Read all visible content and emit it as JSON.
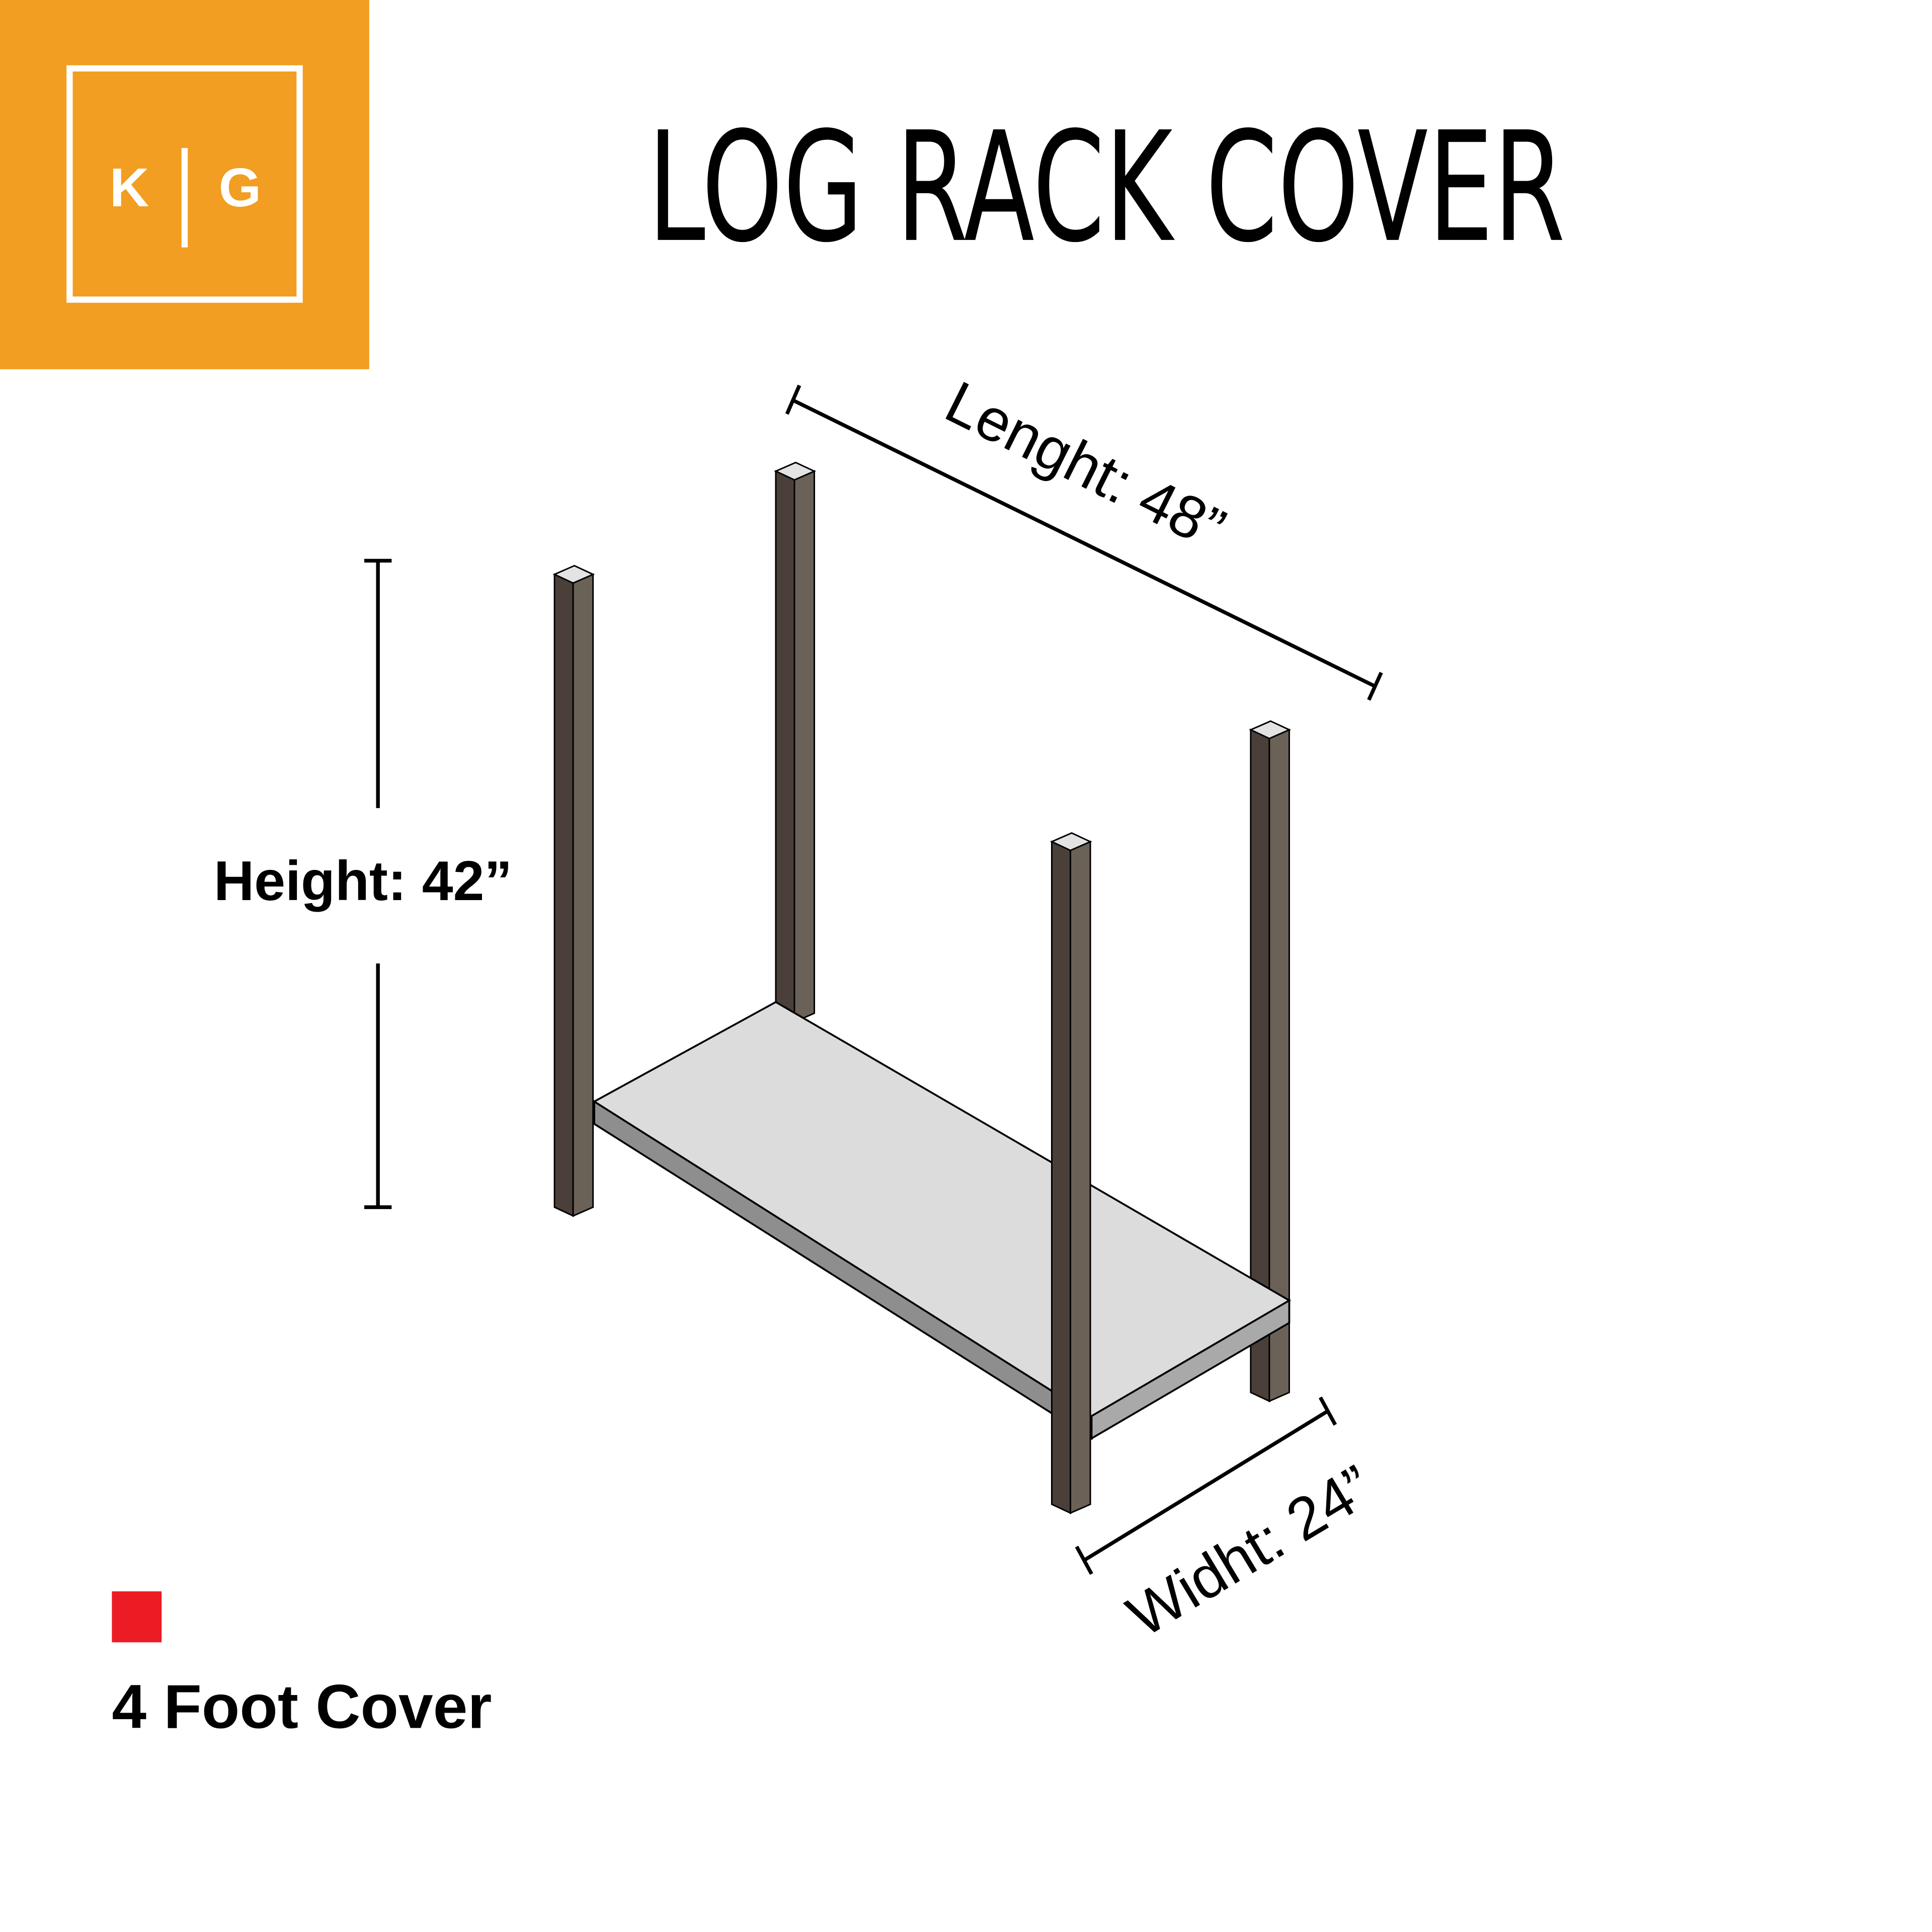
{
  "logo": {
    "letter_left": "K",
    "letter_right": "G",
    "background_color": "#f29e22",
    "foreground_color": "#ffffff"
  },
  "header": {
    "title": "LOG RACK COVER"
  },
  "dimensions": {
    "length_label": "Lenght: 48”",
    "height_label": "Height: 42”",
    "width_label": "Widht: 24”"
  },
  "legend": {
    "swatch_color": "#ec1c24",
    "label": "4 Foot Cover"
  },
  "colors": {
    "post_dark": "#4a4039",
    "post_light": "#6b6257",
    "post_top": "#e3e3e3",
    "shelf_top": "#dcdcdc",
    "shelf_front": "#8e8e8e",
    "shelf_side": "#a9a9a9",
    "line": "#000000"
  }
}
